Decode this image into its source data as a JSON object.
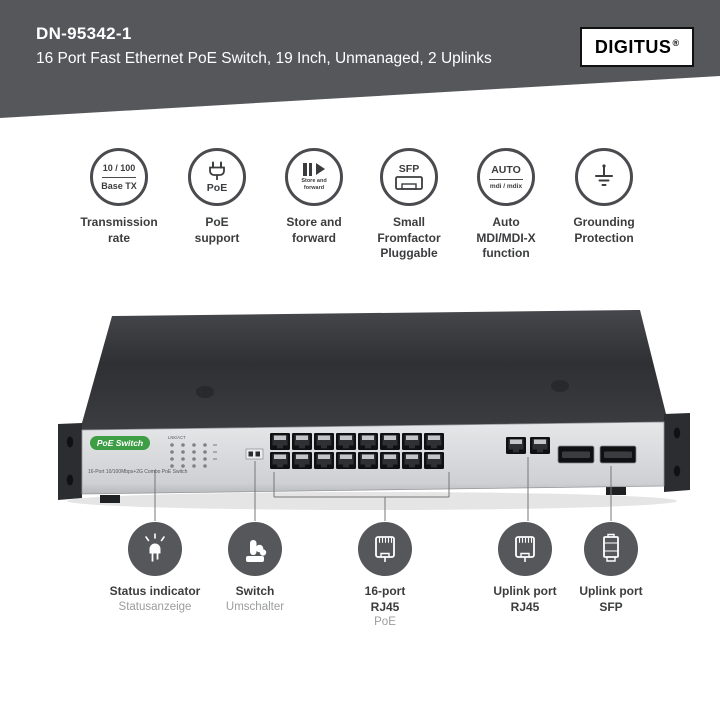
{
  "colors": {
    "banner_gray": "#55575b",
    "callout_circle_gray": "#56575b",
    "icon_outline_gray": "#4a4b4e",
    "badge_green": "#3e9e45"
  },
  "header": {
    "model": "DN-95342-1",
    "subtitle": "16 Port Fast Ethernet PoE Switch, 19 Inch, Unmanaged, 2 Uplinks",
    "brand": "DIGITUS",
    "brand_reg": "®"
  },
  "features": [
    {
      "circle_top": "10 / 100",
      "circle_bottom": "Base TX",
      "label": "Transmission\nrate"
    },
    {
      "circle_text": "PoE",
      "label": "PoE\nsupport"
    },
    {
      "circle_text": "Store and\nforward",
      "label": "Store and\nforward"
    },
    {
      "circle_text": "SFP",
      "label": "Small\nFromfactor\nPluggable"
    },
    {
      "circle_top": "AUTO",
      "circle_bottom": "mdi / mdix",
      "label": "Auto\nMDI/MDI-X\nfunction"
    },
    {
      "label": "Grounding\nProtection"
    }
  ],
  "device": {
    "badge": "PoE Switch",
    "subtitle": "16-Port 10/100Mbps+2G Combo PoE Switch",
    "led_header": "LNK/ACT"
  },
  "callouts": [
    {
      "line1": "Status indicator",
      "sub": "Statusanzeige"
    },
    {
      "line1": "Switch",
      "sub": "Umschalter"
    },
    {
      "line1": "16-port",
      "line2": "RJ45",
      "sub": "PoE"
    },
    {
      "line1": "Uplink port",
      "line2": "RJ45"
    },
    {
      "line1": "Uplink port",
      "line2": "SFP"
    }
  ]
}
